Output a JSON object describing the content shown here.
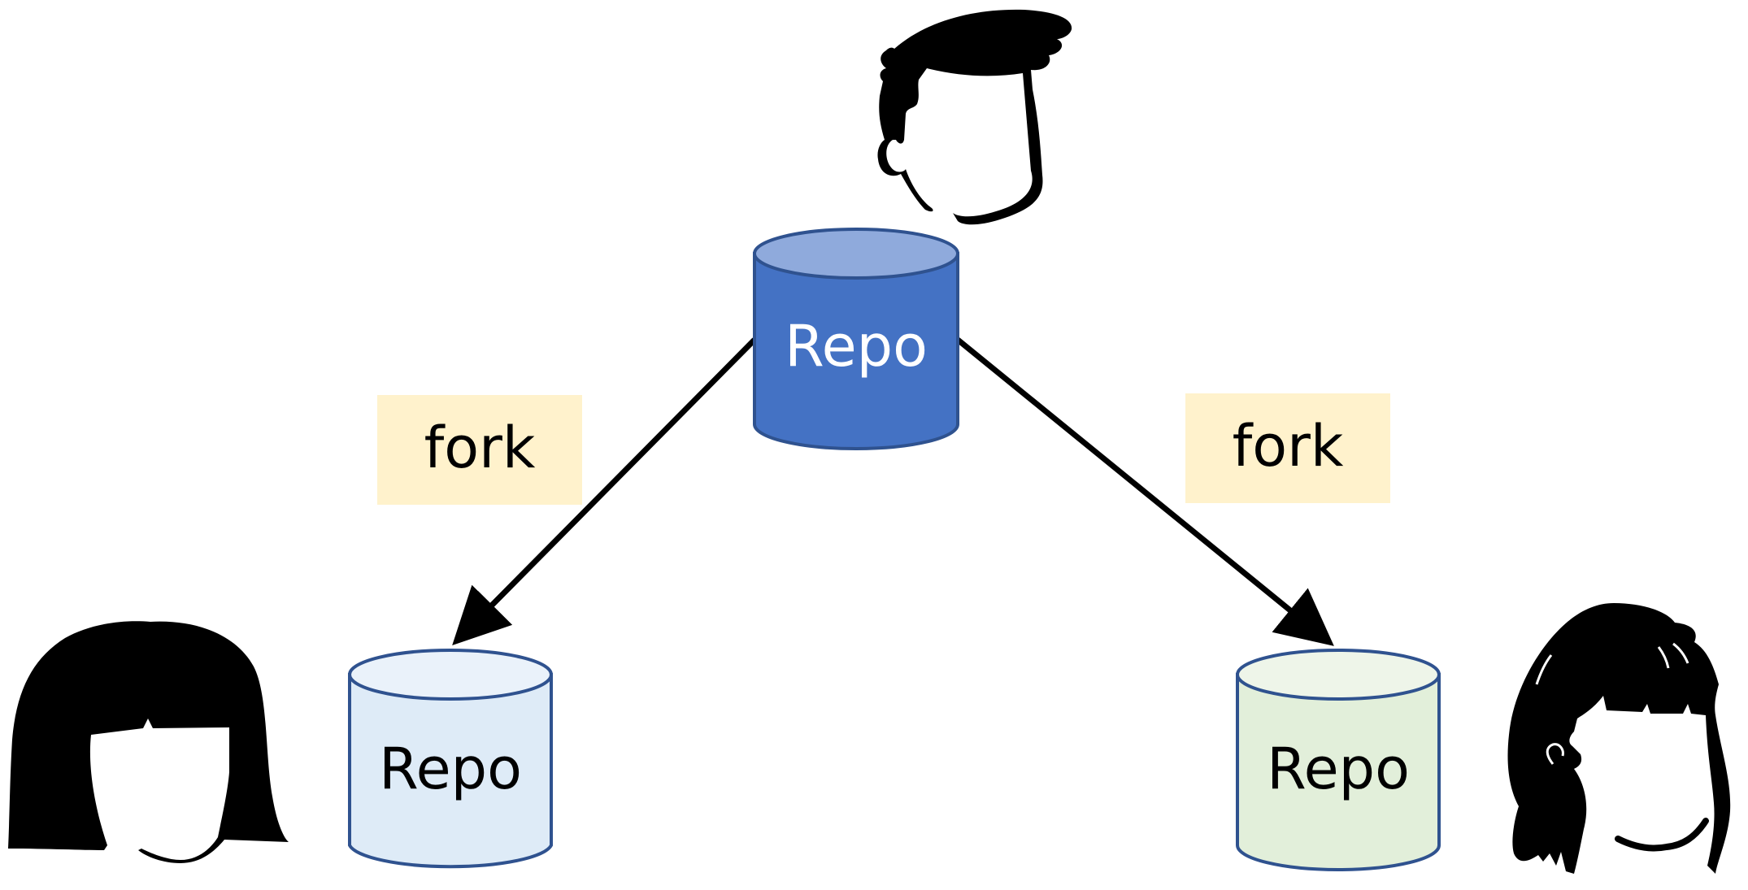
{
  "diagram": {
    "upstream_repo": {
      "label": "Repo",
      "fill": "#4472C4",
      "top_fill": "#8FAADC",
      "text_color": "#FFFFFF",
      "stroke": "#2F528F"
    },
    "fork_repo_left": {
      "label": "Repo",
      "fill": "#DEEBF7",
      "top_fill": "#EAF2FA",
      "text_color": "#000000",
      "stroke": "#2F528F"
    },
    "fork_repo_right": {
      "label": "Repo",
      "fill": "#E2EFDA",
      "top_fill": "#EEF5E9",
      "text_color": "#000000",
      "stroke": "#2F528F"
    },
    "fork_label_left": {
      "text": "fork",
      "fill": "#FFF2CC"
    },
    "fork_label_right": {
      "text": "fork",
      "fill": "#FFF2CC"
    },
    "arrow_color": "#000000",
    "icons": [
      "man-avatar-icon",
      "woman-bob-avatar-icon",
      "woman-ponytail-avatar-icon"
    ]
  }
}
